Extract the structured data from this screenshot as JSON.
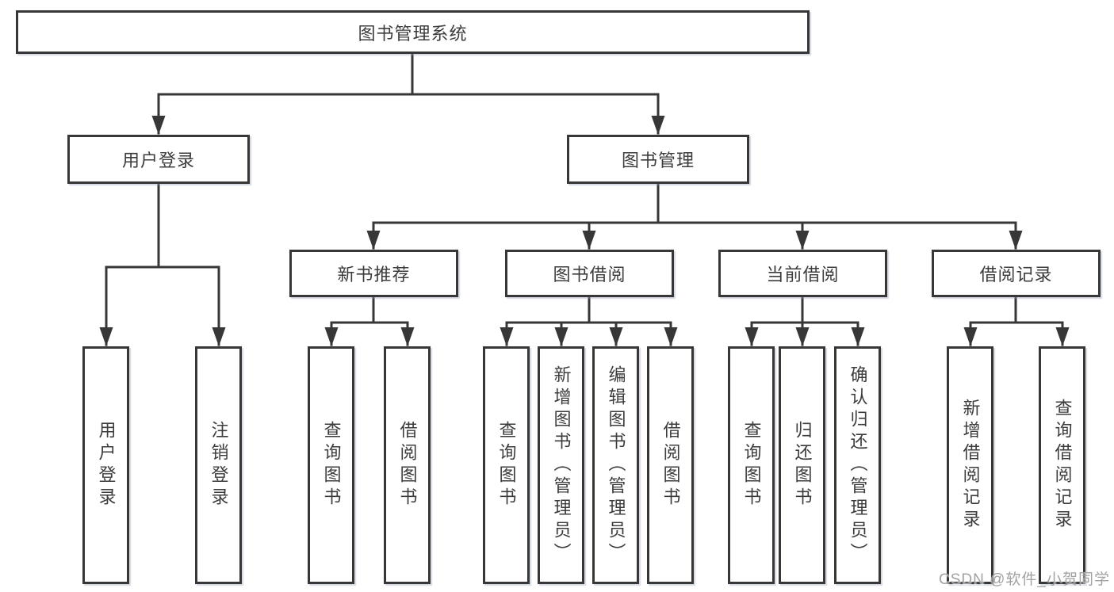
{
  "colors": {
    "background": "#ffffff",
    "line": "#373737",
    "box_border": "#373737",
    "box_fill": "#ffffff",
    "text": "#3c3c3c",
    "watermark": "#a2a2a2"
  },
  "nodes": {
    "root": {
      "label": "图书管理系统"
    },
    "user_login": {
      "label": "用户登录"
    },
    "book_management": {
      "label": "图书管理"
    },
    "new_book_recommendation": {
      "label": "新书推荐"
    },
    "book_borrowing": {
      "label": "图书借阅"
    },
    "current_borrowing": {
      "label": "当前借阅"
    },
    "borrowing_records": {
      "label": "借阅记录"
    },
    "leaf_user_login": {
      "label": "用户登录"
    },
    "leaf_logout": {
      "label": "注销登录"
    },
    "leaf_query_books_recommend": {
      "label": "查询图书"
    },
    "leaf_borrow_books_recommend": {
      "label": "借阅图书"
    },
    "leaf_query_books_borrowing": {
      "label": "查询图书"
    },
    "leaf_add_books_admin": {
      "label": "新增图书（管理员）"
    },
    "leaf_edit_books_admin": {
      "label": "编辑图书（管理员）"
    },
    "leaf_borrow_books_borrowing": {
      "label": "借阅图书"
    },
    "leaf_query_books_current": {
      "label": "查询图书"
    },
    "leaf_return_books": {
      "label": "归还图书"
    },
    "leaf_confirm_return_admin": {
      "label": "确认归还（管理员）"
    },
    "leaf_add_borrow_record": {
      "label": "新增借阅记录"
    },
    "leaf_query_borrow_record": {
      "label": "查询借阅记录"
    }
  },
  "hierarchy": {
    "图书管理系统": [
      "用户登录",
      "图书管理"
    ],
    "用户登录": [
      "用户登录",
      "注销登录"
    ],
    "图书管理": [
      "新书推荐",
      "图书借阅",
      "当前借阅",
      "借阅记录"
    ],
    "新书推荐": [
      "查询图书",
      "借阅图书"
    ],
    "图书借阅": [
      "查询图书",
      "新增图书（管理员）",
      "编辑图书（管理员）",
      "借阅图书"
    ],
    "当前借阅": [
      "查询图书",
      "归还图书",
      "确认归还（管理员）"
    ],
    "借阅记录": [
      "新增借阅记录",
      "查询借阅记录"
    ]
  },
  "watermark": {
    "text": "CSDN @软件_小贺同学"
  }
}
